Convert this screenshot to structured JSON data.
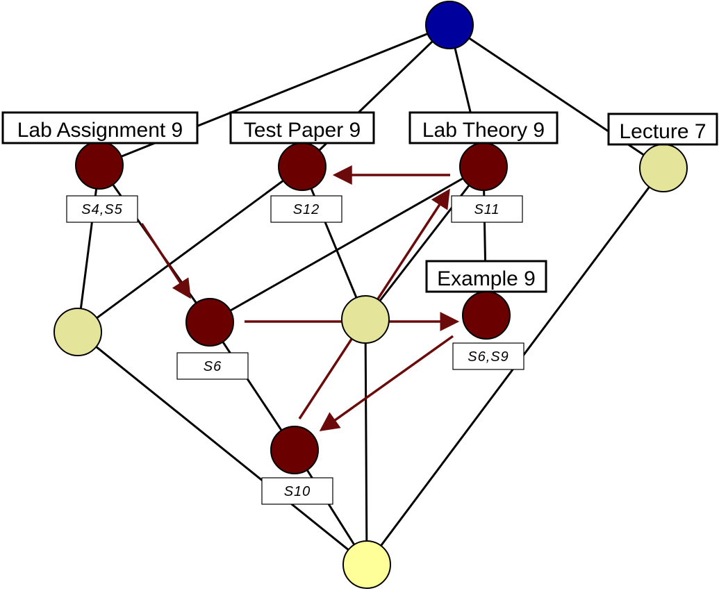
{
  "colors": {
    "top_node": "#00009c",
    "concept_node": "#6b0000",
    "attribute_node": "#e4e49a",
    "bottom_node": "#ffff99",
    "arrow": "#6b0a0a"
  },
  "nodes": {
    "top": {},
    "lab_assignment": {
      "title": "Lab Assignment 9",
      "sub": "S4,S5"
    },
    "test_paper": {
      "title": "Test Paper 9",
      "sub": "S12"
    },
    "lab_theory": {
      "title": "Lab Theory 9",
      "sub": "S11"
    },
    "lecture": {
      "title": "Lecture 7"
    },
    "example": {
      "title": "Example 9",
      "sub": "S6,S9"
    },
    "s6_node": {
      "sub": "S6"
    },
    "s10_node": {
      "sub": "S10"
    },
    "left_mid": {},
    "center_mid": {},
    "bottom": {}
  }
}
